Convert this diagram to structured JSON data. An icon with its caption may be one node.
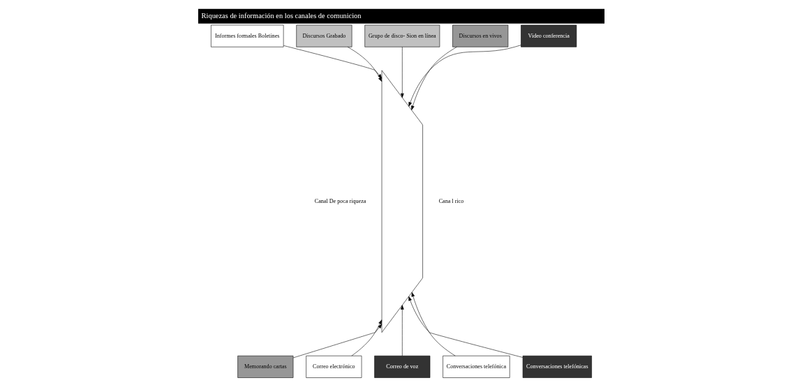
{
  "diagram": {
    "title": "Riquezas de información en los canales de comunicion",
    "nodes": [
      {
        "text": [
          "Informes formales Boletines"
        ]
      },
      {
        "text": [
          "Discursos Grabado"
        ]
      },
      {
        "text": [
          "Grupo de disco- Sion en línea"
        ]
      },
      {
        "text": [
          "Discursos en vivos"
        ]
      },
      {
        "text": [
          "Video conferencia"
        ]
      },
      {
        "text": [],
        "shape": "cone",
        "beside": [
          "Canal De poca riqueza",
          "Cana l rico"
        ]
      },
      {
        "text": [
          "Memorando cartas"
        ]
      },
      {
        "text": [
          "Correo electrónico"
        ]
      },
      {
        "text": [
          "Correo de voz"
        ]
      },
      {
        "text": [
          "Conversaciones telefónica"
        ]
      },
      {
        "text": [
          "Conversaciones telefónicas"
        ]
      }
    ],
    "edges": [
      {
        "from": 0,
        "to": 5,
        "arrow": "to"
      },
      {
        "from": 1,
        "to": 5,
        "arrow": "to"
      },
      {
        "from": 2,
        "to": 5,
        "arrow": "to"
      },
      {
        "from": 3,
        "to": 5,
        "arrow": "to"
      },
      {
        "from": 4,
        "to": 5,
        "arrow": "to"
      },
      {
        "from": 6,
        "to": 5,
        "arrow": "to"
      },
      {
        "from": 7,
        "to": 5,
        "arrow": "to"
      },
      {
        "from": 8,
        "to": 5,
        "arrow": "to"
      },
      {
        "from": 9,
        "to": 5,
        "arrow": "to"
      },
      {
        "from": 10,
        "to": 5,
        "arrow": "to"
      }
    ]
  }
}
